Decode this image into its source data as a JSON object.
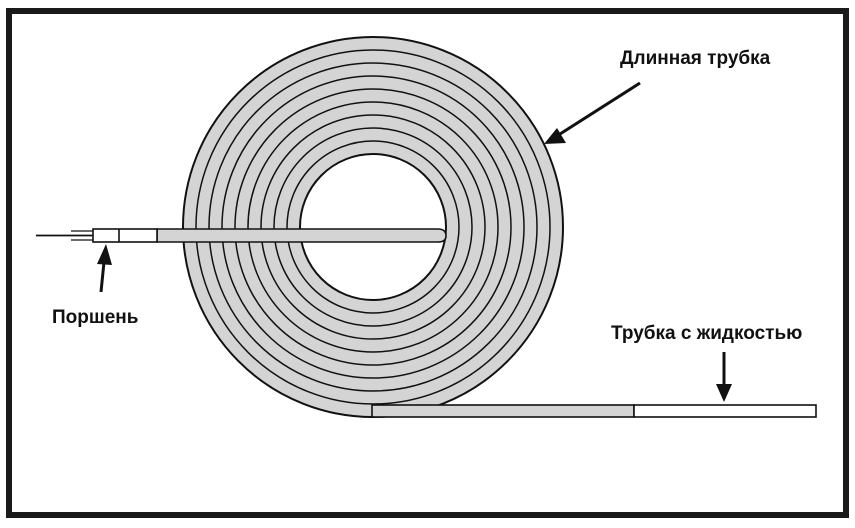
{
  "labels": {
    "long_tube": "Длинная трубка",
    "piston": "Поршень",
    "fluid_tube": "Трубка с жидкостью"
  },
  "colors": {
    "frame": "#1a1a1a",
    "tube_fill": "#d4d4d4",
    "outline": "#111111",
    "background": "#ffffff"
  }
}
